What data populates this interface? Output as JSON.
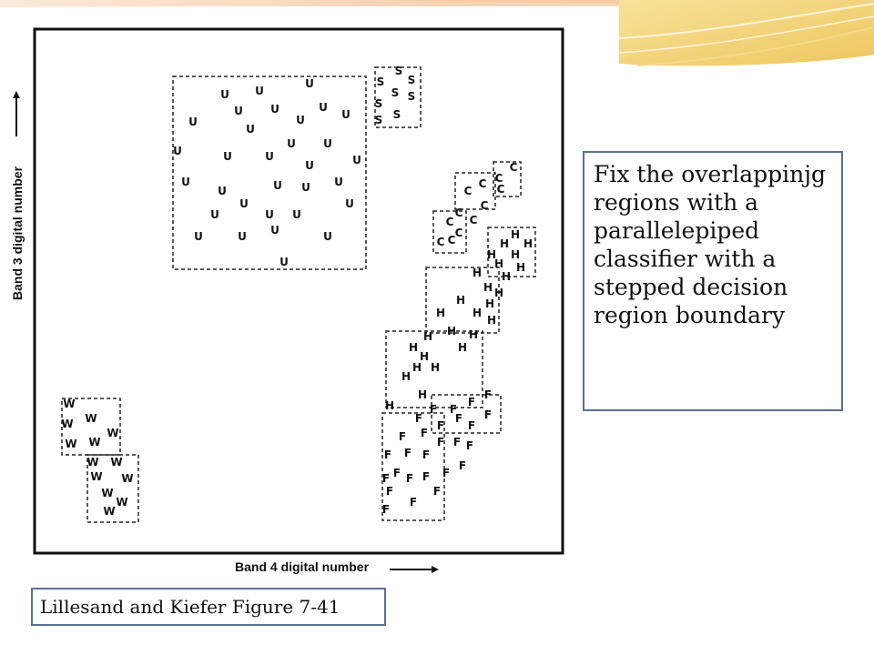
{
  "slide": {
    "callout_text": "Fix the overlappinjg regions with a parallelepiped classifier with a stepped decision region boundary",
    "caption": "Lillesand and Kiefer Figure 7-41",
    "theme_colors": {
      "peach": "#f3c7a0",
      "gold": "#f1d680",
      "border": "#5b6f92"
    }
  },
  "figure": {
    "x_axis_label": "Band 4 digital number",
    "y_axis_label": "Band 3 digital number",
    "classes": [
      {
        "code": "U"
      },
      {
        "code": "S"
      },
      {
        "code": "C"
      },
      {
        "code": "H"
      },
      {
        "code": "W"
      },
      {
        "code": "F"
      }
    ]
  }
}
